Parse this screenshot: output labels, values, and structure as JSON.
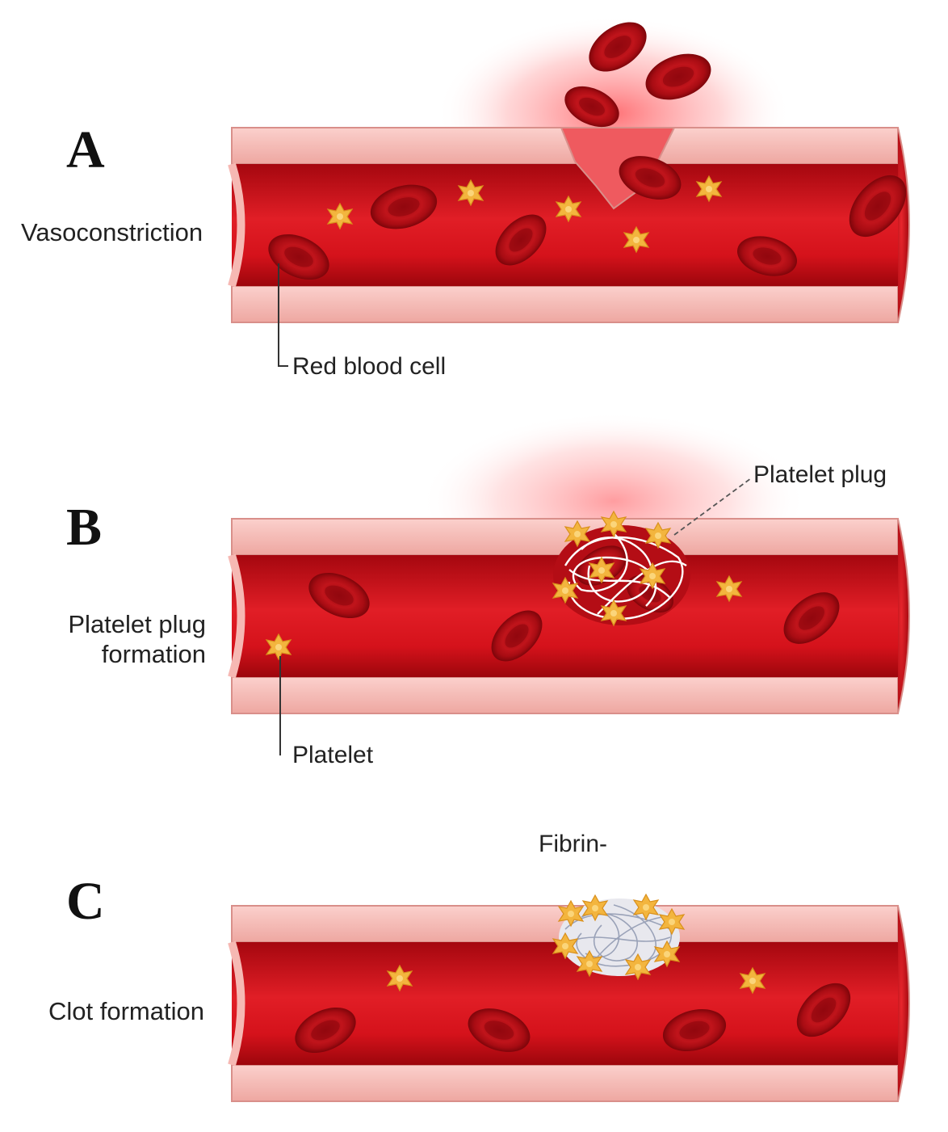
{
  "panels": [
    {
      "letter": "A",
      "stage": [
        "Vasoconstriction"
      ]
    },
    {
      "letter": "B",
      "stage": [
        "Platelet plug",
        "formation"
      ]
    },
    {
      "letter": "C",
      "stage": [
        "Clot formation"
      ]
    }
  ],
  "callouts": {
    "red_blood_cell": "Red blood cell",
    "platelet_plug": "Platelet plug",
    "platelet": "Platelet",
    "fibrin": "Fibrin-"
  },
  "colors": {
    "vessel_wall": "#f6b8b3",
    "vessel_wall_edge": "#d98f8a",
    "lumen": "#d8131d",
    "red_blood_cell": "#b80f17",
    "platelet": "#f2b43c",
    "fibrin": "#ffffff"
  }
}
